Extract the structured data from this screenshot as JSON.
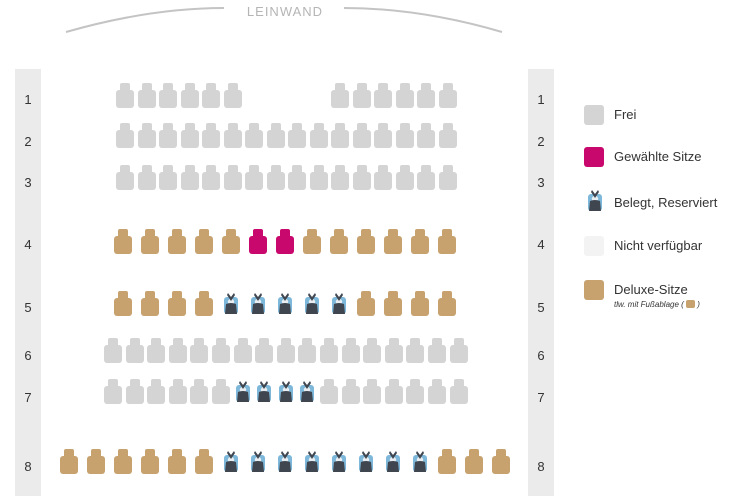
{
  "screen_label": "LEINWAND",
  "row_labels": [
    "1",
    "2",
    "3",
    "4",
    "5",
    "6",
    "7",
    "8"
  ],
  "colors": {
    "free": "#d4d4d4",
    "selected": "#c8086d",
    "deluxe": "#c7a26e",
    "unavailable": "#f3f3f3",
    "occupied_figure": "#3f4650",
    "occupied_accent": "#7db7d9"
  },
  "rows": [
    {
      "label": "1",
      "seats": [
        "free",
        "free",
        "free",
        "free",
        "free",
        "free",
        "gap",
        "gap",
        "gap",
        "gap",
        "free",
        "free",
        "free",
        "free",
        "free",
        "free"
      ]
    },
    {
      "label": "2",
      "seats": [
        "free",
        "free",
        "free",
        "free",
        "free",
        "free",
        "free",
        "free",
        "free",
        "free",
        "free",
        "free",
        "free",
        "free",
        "free",
        "free"
      ]
    },
    {
      "label": "3",
      "seats": [
        "free",
        "free",
        "free",
        "free",
        "free",
        "free",
        "free",
        "free",
        "free",
        "free",
        "free",
        "free",
        "free",
        "free",
        "free",
        "free"
      ]
    },
    {
      "label": "4",
      "seats": [
        "deluxe",
        "deluxe",
        "deluxe",
        "deluxe",
        "deluxe",
        "selected",
        "selected",
        "deluxe",
        "deluxe",
        "deluxe",
        "deluxe",
        "deluxe",
        "deluxe"
      ]
    },
    {
      "label": "5",
      "seats": [
        "deluxe",
        "deluxe",
        "deluxe",
        "deluxe",
        "occupied",
        "occupied",
        "occupied",
        "occupied",
        "occupied",
        "deluxe",
        "deluxe",
        "deluxe",
        "deluxe"
      ]
    },
    {
      "label": "6",
      "seats": [
        "free",
        "free",
        "free",
        "free",
        "free",
        "free",
        "free",
        "free",
        "free",
        "free",
        "free",
        "free",
        "free",
        "free",
        "free",
        "free",
        "free"
      ]
    },
    {
      "label": "7",
      "seats": [
        "free",
        "free",
        "free",
        "free",
        "free",
        "free",
        "occupied",
        "occupied",
        "occupied",
        "occupied",
        "free",
        "free",
        "free",
        "free",
        "free",
        "free",
        "free"
      ]
    },
    {
      "label": "8",
      "seats": [
        "deluxe",
        "deluxe",
        "deluxe",
        "deluxe",
        "deluxe",
        "deluxe",
        "occupied",
        "occupied",
        "occupied",
        "occupied",
        "occupied",
        "occupied",
        "occupied",
        "occupied",
        "deluxe",
        "deluxe",
        "deluxe"
      ]
    }
  ],
  "legend": [
    {
      "key": "free",
      "label": "Frei"
    },
    {
      "key": "selected",
      "label": "Gewählte Sitze"
    },
    {
      "key": "occupied",
      "label": "Belegt, Reserviert"
    },
    {
      "key": "unavailable",
      "label": "Nicht verfügbar"
    },
    {
      "key": "deluxe",
      "label": "Deluxe-Sitze",
      "note": "tlw. mit Fußablage (",
      "note_end": ")"
    }
  ]
}
